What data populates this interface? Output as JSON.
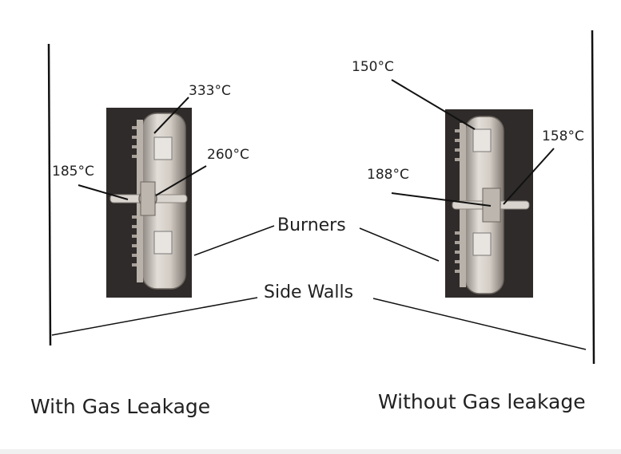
{
  "left_panel": {
    "caption": "With Gas Leakage",
    "temps": {
      "top": "333°C",
      "middle": "260°C",
      "left": "185°C"
    }
  },
  "right_panel": {
    "caption": "Without Gas leakage",
    "temps": {
      "top": "150°C",
      "right": "158°C",
      "left": "188°C"
    }
  },
  "callouts": {
    "burners": "Burners",
    "side_walls": "Side Walls"
  },
  "colors": {
    "photo_bg": "#2f2b2a",
    "burner_metal": "#c9c3bc",
    "line": "#111111"
  }
}
